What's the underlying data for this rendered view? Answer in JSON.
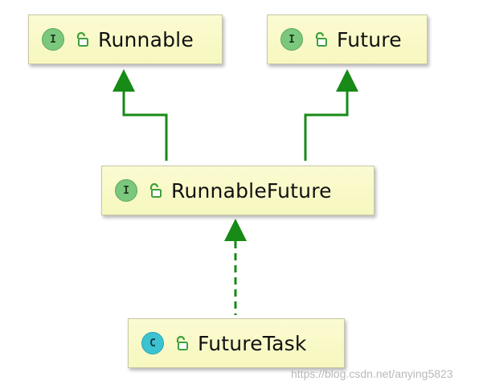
{
  "nodes": {
    "runnable": {
      "kind": "I",
      "kind_type": "interface",
      "label": "Runnable"
    },
    "future": {
      "kind": "I",
      "kind_type": "interface",
      "label": "Future"
    },
    "runnable_future": {
      "kind": "I",
      "kind_type": "interface",
      "label": "RunnableFuture"
    },
    "future_task": {
      "kind": "C",
      "kind_type": "class",
      "label": "FutureTask"
    }
  },
  "edges": [
    {
      "from": "RunnableFuture",
      "to": "Runnable",
      "style": "solid"
    },
    {
      "from": "RunnableFuture",
      "to": "Future",
      "style": "solid"
    },
    {
      "from": "FutureTask",
      "to": "RunnableFuture",
      "style": "dashed"
    }
  ],
  "colors": {
    "arrow": "#178a17",
    "node_fill": "#f9f9c8",
    "interface_badge": "#7bc77e",
    "class_badge": "#3cc3d2",
    "lock": "#3fa03f"
  },
  "icons": {
    "visibility": "lock-icon"
  },
  "watermark": "https://blog.csdn.net/anying5823"
}
